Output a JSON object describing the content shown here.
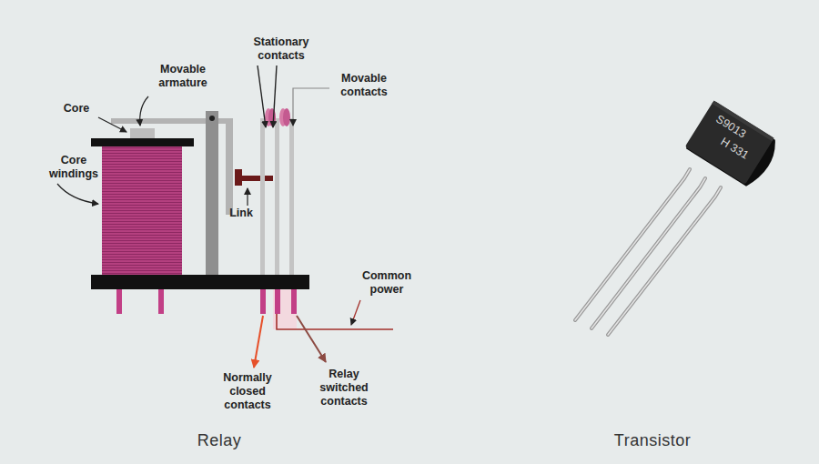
{
  "diagram": {
    "labels": [
      "Core",
      "Movable armature",
      "Core windings",
      "Stationary contacts",
      "Movable contacts",
      "Link",
      "Common power",
      "Normally closed contacts",
      "Relay switched contacts",
      "Relay",
      "S9013",
      "H 331",
      "Transistor"
    ]
  }
}
